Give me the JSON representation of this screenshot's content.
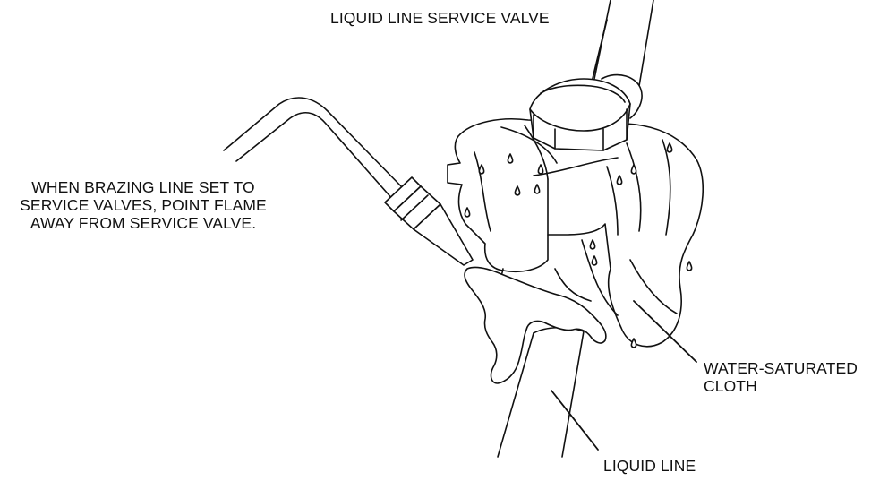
{
  "labels": {
    "service_valve": "LIQUID LINE SERVICE VALVE",
    "warning_lines": [
      "WHEN BRAZING LINE SET TO",
      "SERVICE VALVES, POINT FLAME",
      "AWAY FROM SERVICE VALVE."
    ],
    "cloth_lines": [
      "WATER-SATURATED",
      "CLOTH"
    ],
    "liquid_line": "LIQUID LINE"
  },
  "colors": {
    "ink": "#111111",
    "paper": "#ffffff"
  }
}
